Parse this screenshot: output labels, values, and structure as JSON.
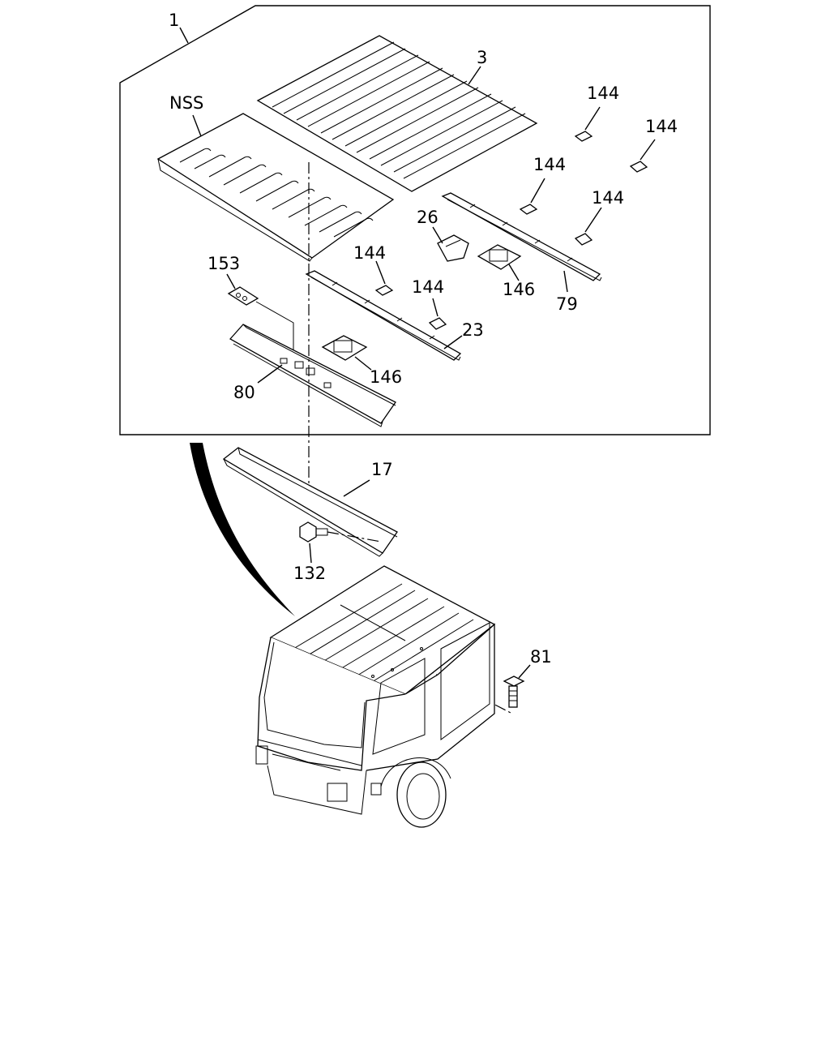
{
  "callouts": {
    "c1": "1",
    "c3": "3",
    "nss": "NSS",
    "c144a": "144",
    "c144b": "144",
    "c144c": "144",
    "c144d": "144",
    "c144e": "144",
    "c144f": "144",
    "c26": "26",
    "c146a": "146",
    "c79": "79",
    "c153": "153",
    "c23": "23",
    "c146b": "146",
    "c80": "80",
    "c17": "17",
    "c132": "132",
    "c81": "81"
  }
}
